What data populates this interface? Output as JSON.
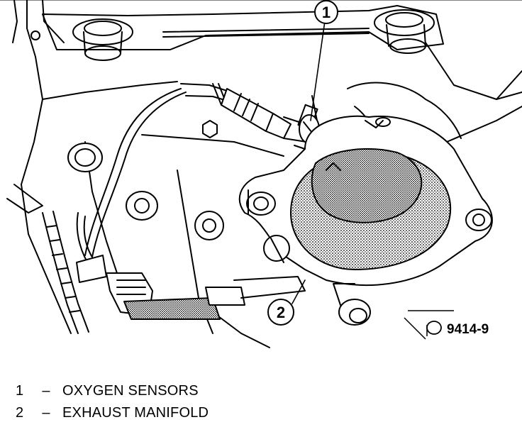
{
  "callouts": [
    {
      "number": "1",
      "text": "OXYGEN SENSORS"
    },
    {
      "number": "2",
      "text": "EXHAUST MANIFOLD"
    }
  ],
  "figure_id": "9414-9",
  "legend": {
    "separator": "–",
    "items": [
      {
        "number": "1",
        "text": "OXYGEN SENSORS"
      },
      {
        "number": "2",
        "text": "EXHAUST MANIFOLD"
      }
    ]
  }
}
